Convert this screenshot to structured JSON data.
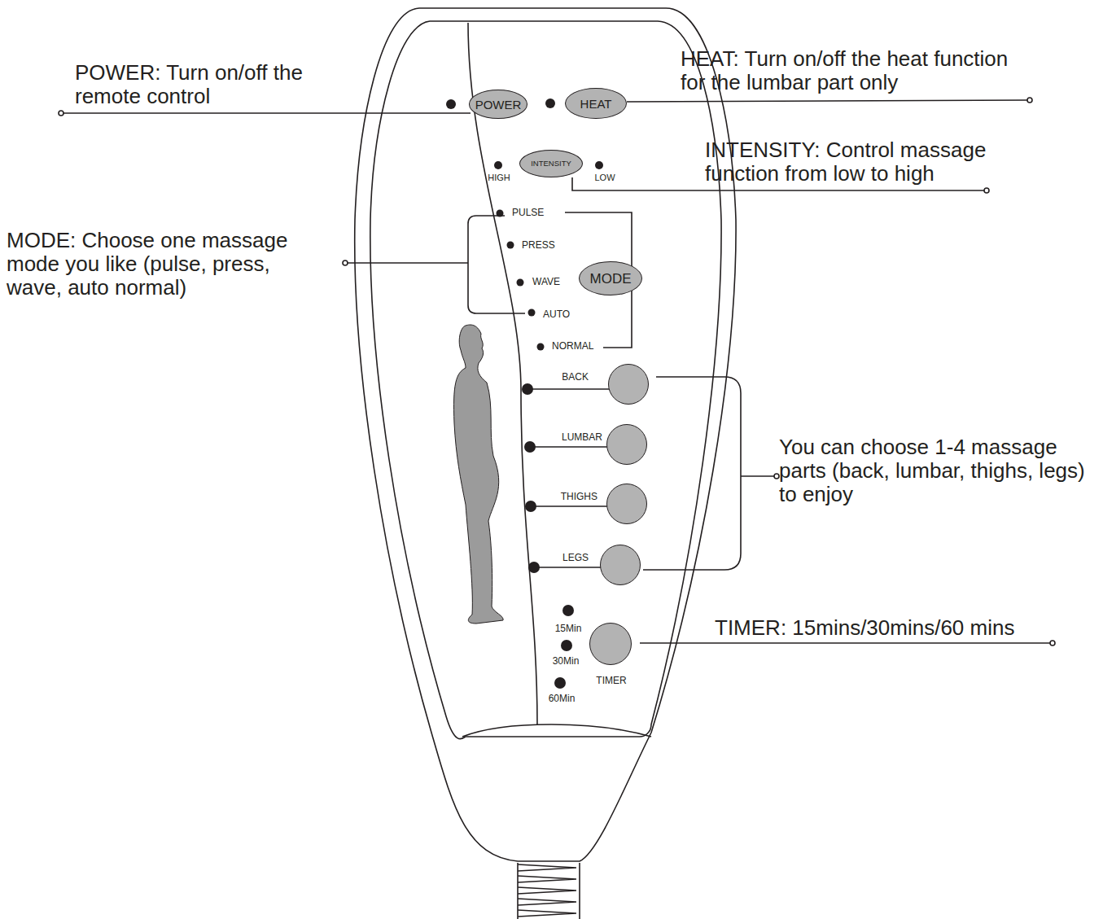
{
  "diagram": {
    "nodes": [
      {
        "text": [
          "POWER"
        ]
      },
      {
        "text": [
          "HEAT"
        ]
      },
      {
        "text": [
          "INTENSITY"
        ]
      },
      {
        "text": [
          "MODE"
        ]
      },
      {
        "text": [
          "BACK"
        ]
      },
      {
        "text": [
          "LUMBAR"
        ]
      },
      {
        "text": [
          "THIGHS"
        ]
      },
      {
        "text": [
          "LEGS"
        ]
      },
      {
        "text": [
          "TIMER"
        ]
      }
    ],
    "labels": [
      "POWER: Turn on/off the remote control",
      "HEAT: Turn on/off the heat function for the lumbar part only",
      "INTENSITY: Control massage function from low to high",
      "MODE: Choose one massage mode you like (pulse, press, wave, auto normal)",
      "You can choose 1-4 massage parts (back, lumbar, thighs, legs) to enjoy",
      "TIMER: 15mins/30mins/60 mins",
      "HIGH",
      "LOW",
      "PULSE",
      "PRESS",
      "WAVE",
      "AUTO",
      "NORMAL",
      "15Min",
      "30Min",
      "60Min"
    ]
  }
}
